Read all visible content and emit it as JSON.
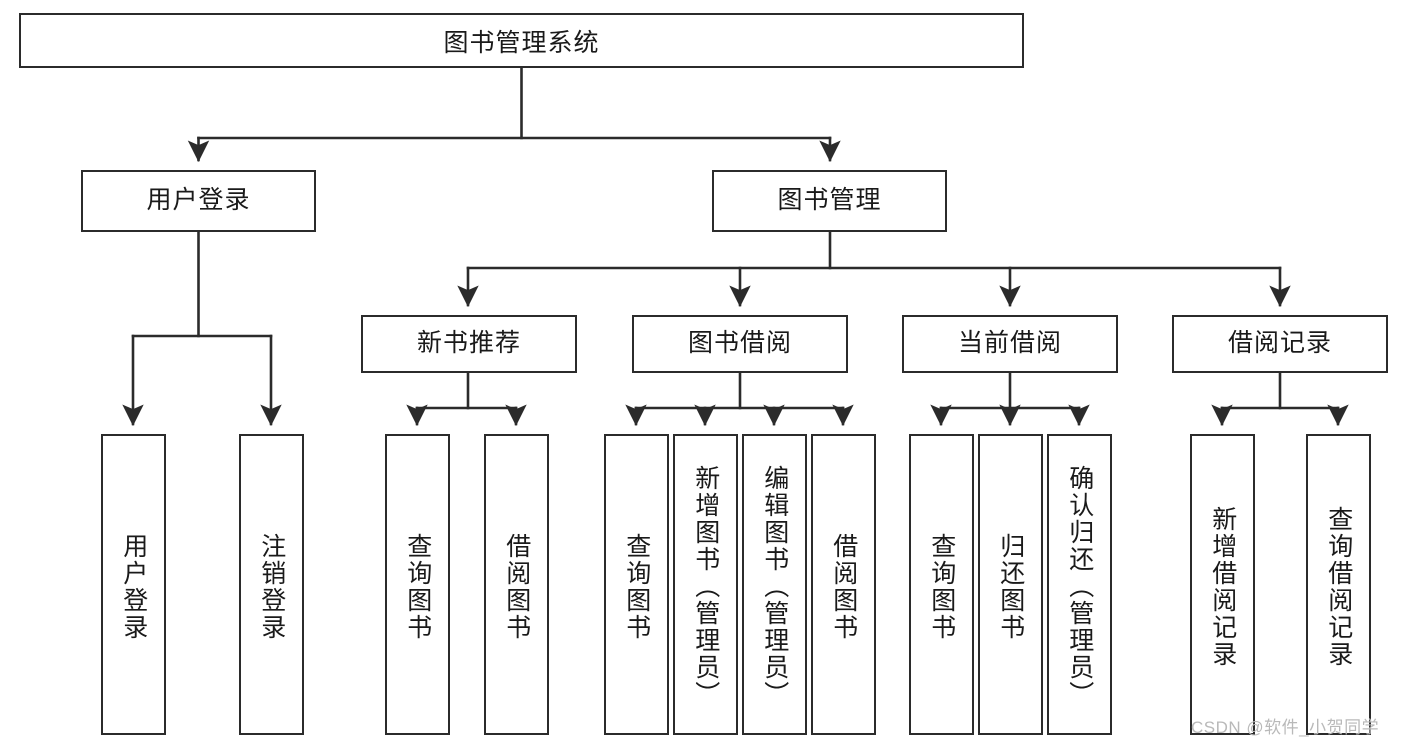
{
  "diagram": {
    "title": "图书管理系统",
    "type": "tree-hierarchy-chart",
    "orientation": "top-down",
    "colors": {
      "box_border": "#2b2b2b",
      "box_fill": "#ffffff",
      "edge": "#2b2b2b",
      "text": "#1a1a1a",
      "background": "#ffffff",
      "watermark": "#b9b9b9"
    },
    "root": {
      "id": "root",
      "label": "图书管理系统",
      "text_direction": "horizontal"
    },
    "level2": [
      {
        "id": "user-login",
        "label": "用户登录",
        "text_direction": "horizontal"
      },
      {
        "id": "book-manage",
        "label": "图书管理",
        "text_direction": "horizontal"
      }
    ],
    "level3": [
      {
        "id": "new-book-recommend",
        "label": "新书推荐",
        "parent": "book-manage",
        "text_direction": "horizontal"
      },
      {
        "id": "book-borrow",
        "label": "图书借阅",
        "parent": "book-manage",
        "text_direction": "horizontal"
      },
      {
        "id": "current-borrow",
        "label": "当前借阅",
        "parent": "book-manage",
        "text_direction": "horizontal"
      },
      {
        "id": "borrow-record",
        "label": "借阅记录",
        "parent": "book-manage",
        "text_direction": "horizontal"
      }
    ],
    "leaves": [
      {
        "id": "leaf-user-login",
        "label": "用户登录",
        "parent": "user-login",
        "text_direction": "vertical"
      },
      {
        "id": "leaf-user-logout",
        "label": "注销登录",
        "parent": "user-login",
        "text_direction": "vertical"
      },
      {
        "id": "leaf-query-book-rec",
        "label": "查询图书",
        "parent": "new-book-recommend",
        "text_direction": "vertical"
      },
      {
        "id": "leaf-borrow-book-rec",
        "label": "借阅图书",
        "parent": "new-book-recommend",
        "text_direction": "vertical"
      },
      {
        "id": "leaf-query-book-borrow",
        "label": "查询图书",
        "parent": "book-borrow",
        "text_direction": "vertical"
      },
      {
        "id": "leaf-add-book",
        "label": "新增图书（管理员）",
        "parent": "book-borrow",
        "text_direction": "vertical"
      },
      {
        "id": "leaf-edit-book",
        "label": "编辑图书（管理员）",
        "parent": "book-borrow",
        "text_direction": "vertical"
      },
      {
        "id": "leaf-borrow-book",
        "label": "借阅图书",
        "parent": "book-borrow",
        "text_direction": "vertical"
      },
      {
        "id": "leaf-query-book-current",
        "label": "查询图书",
        "parent": "current-borrow",
        "text_direction": "vertical"
      },
      {
        "id": "leaf-return-book",
        "label": "归还图书",
        "parent": "current-borrow",
        "text_direction": "vertical"
      },
      {
        "id": "leaf-confirm-return",
        "label": "确认归还（管理员）",
        "parent": "current-borrow",
        "text_direction": "vertical"
      },
      {
        "id": "leaf-add-borrow-record",
        "label": "新增借阅记录",
        "parent": "borrow-record",
        "text_direction": "vertical"
      },
      {
        "id": "leaf-query-borrow-record",
        "label": "查询借阅记录",
        "parent": "borrow-record",
        "text_direction": "vertical"
      }
    ]
  },
  "watermark": {
    "text": "CSDN @软件_小贺同学"
  }
}
